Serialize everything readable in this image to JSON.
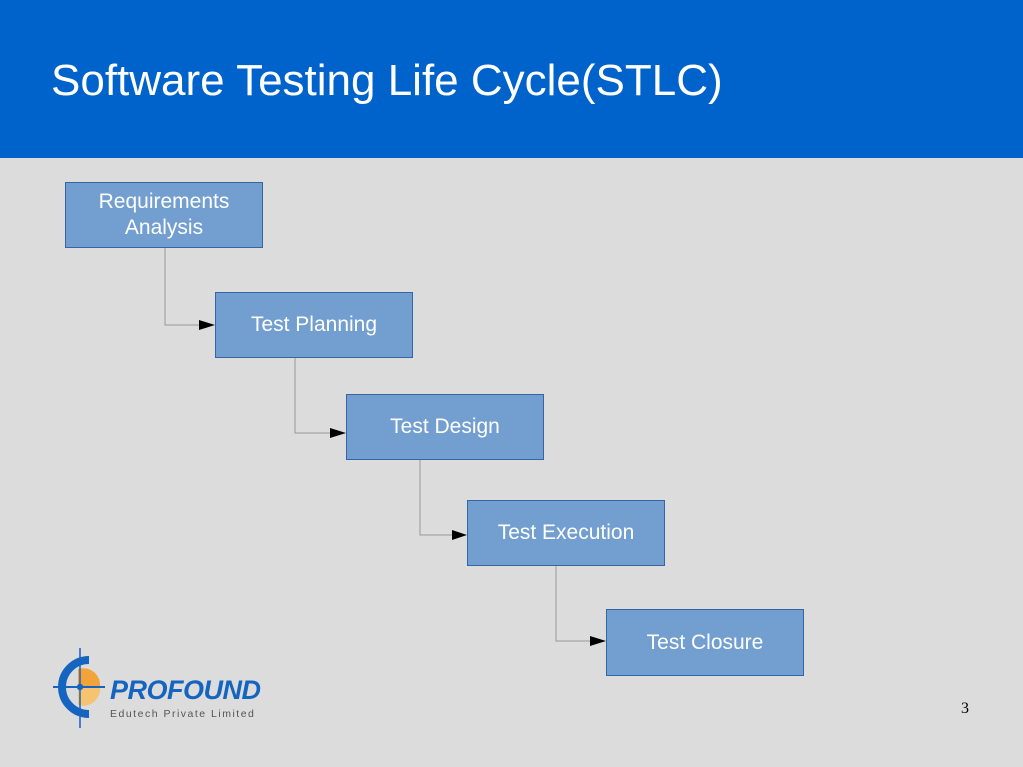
{
  "slide": {
    "title": "Software Testing Life Cycle(STLC)",
    "page_number": "3"
  },
  "diagram": {
    "steps": [
      {
        "label": "Requirements Analysis"
      },
      {
        "label": "Test Planning"
      },
      {
        "label": "Test Design"
      },
      {
        "label": "Test Execution"
      },
      {
        "label": "Test Closure"
      }
    ],
    "colors": {
      "box_fill": "#729fcf",
      "box_border": "#3465a4",
      "connector": "#999999",
      "arrowhead": "#000000"
    }
  },
  "logo": {
    "name": "PROFOUND",
    "tagline": "Edutech Private Limited"
  },
  "colors": {
    "header": "#0063cc",
    "background": "#dcdcdc"
  }
}
